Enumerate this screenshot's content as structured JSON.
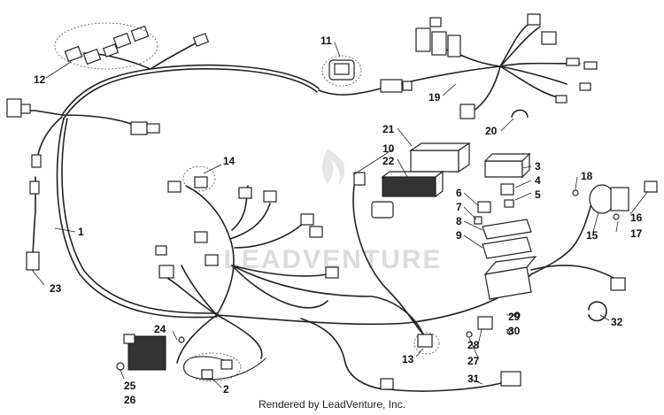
{
  "watermark": "LEADVENTURE",
  "footer": "Rendered by LeadVenture, Inc.",
  "callouts": [
    "1",
    "2",
    "3",
    "4",
    "5",
    "6",
    "7",
    "8",
    "9",
    "10",
    "11",
    "12",
    "13",
    "14",
    "15",
    "16",
    "17",
    "18",
    "19",
    "20",
    "21",
    "22",
    "23",
    "24",
    "25",
    "26",
    "27",
    "28",
    "29",
    "30",
    "31",
    "32"
  ]
}
